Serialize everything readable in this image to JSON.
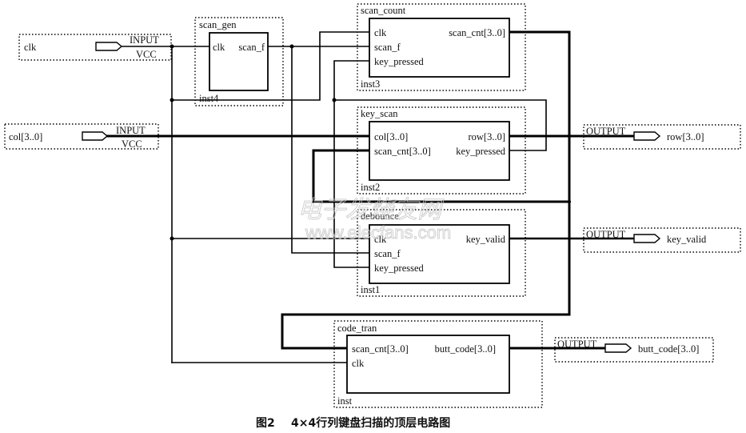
{
  "caption": {
    "figure_label": "图2",
    "title": "4×4行列键盘扫描的顶层电路图"
  },
  "watermark": {
    "chinese": "电子发烧友网",
    "url": "www.elecfans.com"
  },
  "pins": {
    "clk_in": {
      "name": "clk",
      "type": "INPUT",
      "default": "VCC"
    },
    "col_in": {
      "name": "col[3..0]",
      "type": "INPUT",
      "default": "VCC"
    },
    "row_out": {
      "name": "row[3..0]",
      "type": "OUTPUT"
    },
    "key_valid_out": {
      "name": "key_valid",
      "type": "OUTPUT"
    },
    "butt_code_out": {
      "name": "butt_code[3..0]",
      "type": "OUTPUT"
    }
  },
  "modules": {
    "scan_gen": {
      "name": "scan_gen",
      "instance": "inst4",
      "inputs": [
        "clk"
      ],
      "outputs": [
        "scan_f"
      ]
    },
    "scan_count": {
      "name": "scan_count",
      "instance": "inst3",
      "inputs": [
        "clk",
        "scan_f",
        "key_pressed"
      ],
      "outputs": [
        "scan_cnt[3..0]"
      ]
    },
    "key_scan": {
      "name": "key_scan",
      "instance": "inst2",
      "inputs": [
        "col[3..0]",
        "scan_cnt[3..0]"
      ],
      "outputs": [
        "row[3..0]",
        "key_pressed"
      ]
    },
    "debounce": {
      "name": "debounce",
      "instance": "inst1",
      "inputs": [
        "clk",
        "scan_f",
        "key_pressed"
      ],
      "outputs": [
        "key_valid"
      ]
    },
    "code_tran": {
      "name": "code_tran",
      "instance": "inst",
      "inputs": [
        "scan_cnt[3..0]",
        "clk"
      ],
      "outputs": [
        "butt_code[3..0]"
      ]
    }
  },
  "nets": [
    {
      "name": "clk",
      "from": "clk_in",
      "to": [
        "scan_gen.clk",
        "scan_count.clk",
        "debounce.clk",
        "code_tran.clk"
      ],
      "bus": false
    },
    {
      "name": "scan_f",
      "from": "scan_gen.scan_f",
      "to": [
        "scan_count.scan_f",
        "debounce.scan_f"
      ],
      "bus": false
    },
    {
      "name": "key_pressed",
      "from": "key_scan.key_pressed",
      "to": [
        "scan_count.key_pressed",
        "debounce.key_pressed"
      ],
      "bus": false
    },
    {
      "name": "scan_cnt",
      "from": "scan_count.scan_cnt[3..0]",
      "to": [
        "key_scan.scan_cnt[3..0]",
        "code_tran.scan_cnt[3..0]"
      ],
      "bus": true
    },
    {
      "name": "col",
      "from": "col_in",
      "to": [
        "key_scan.col[3..0]"
      ],
      "bus": true
    },
    {
      "name": "row",
      "from": "key_scan.row[3..0]",
      "to": [
        "row_out"
      ],
      "bus": true
    },
    {
      "name": "key_valid",
      "from": "debounce.key_valid",
      "to": [
        "key_valid_out"
      ],
      "bus": false
    },
    {
      "name": "butt_code",
      "from": "code_tran.butt_code[3..0]",
      "to": [
        "butt_code_out"
      ],
      "bus": true
    }
  ]
}
